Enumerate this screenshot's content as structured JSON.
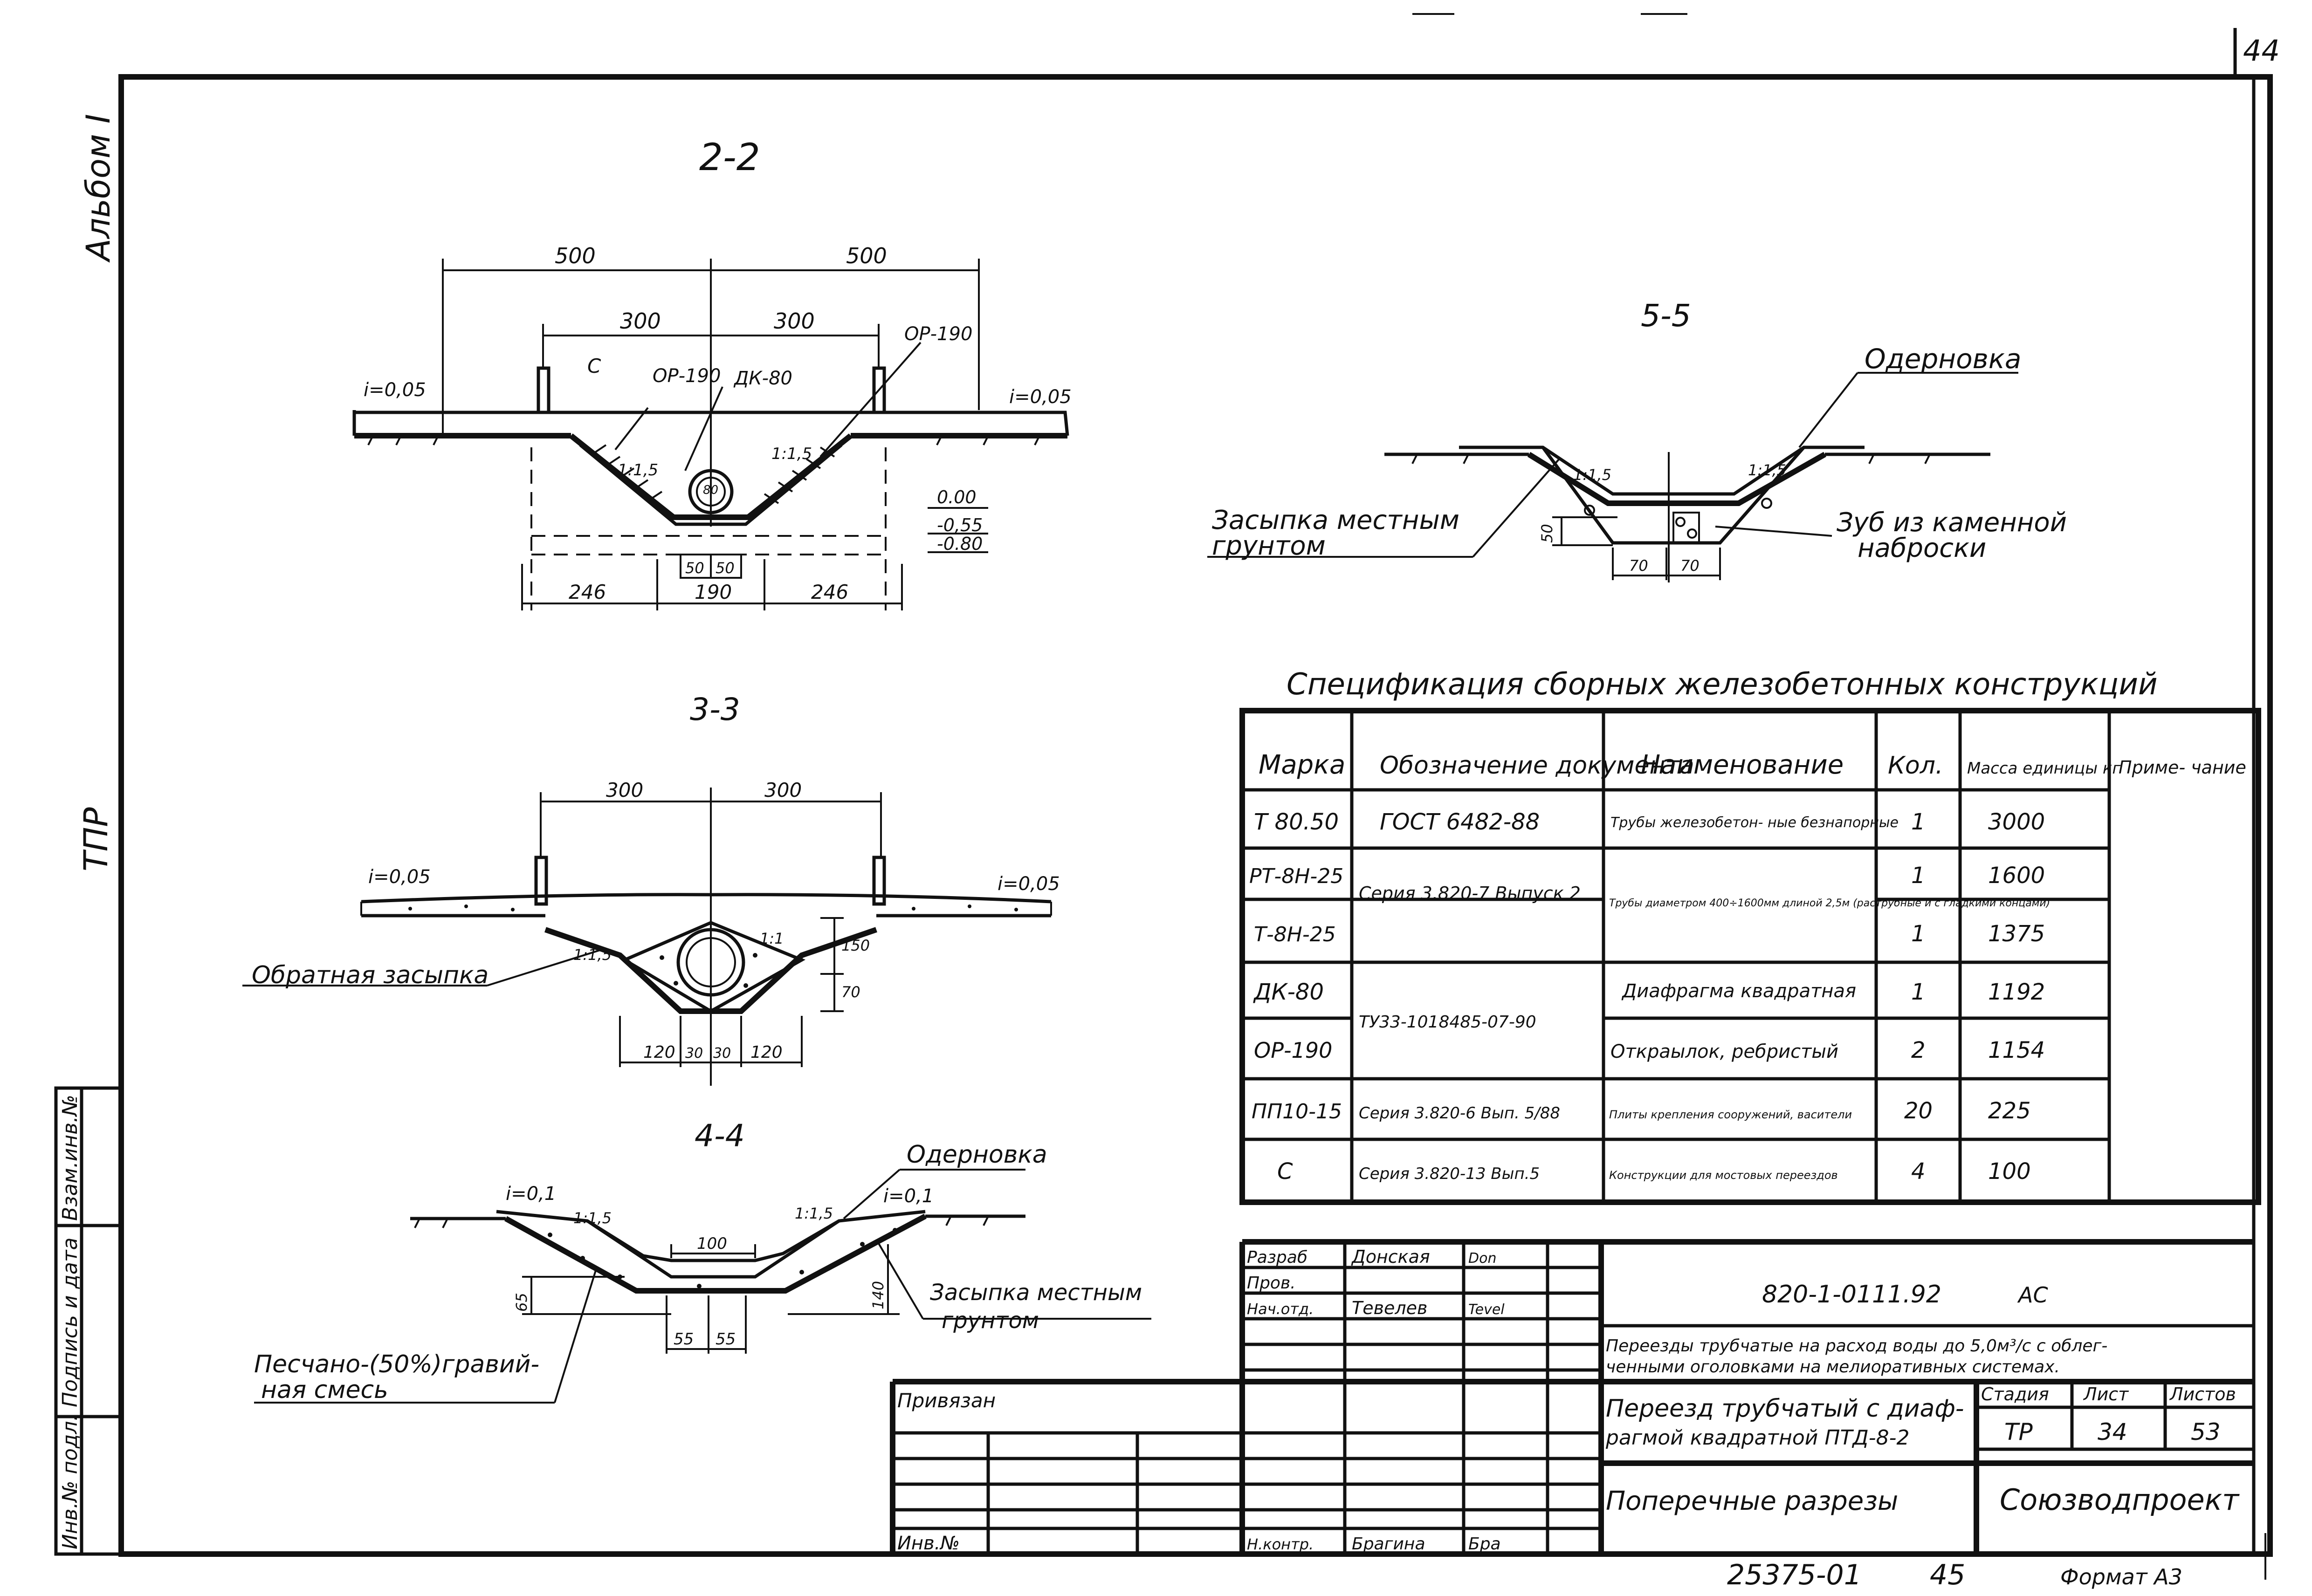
{
  "sheet": {
    "page_no": "44",
    "album": "Альбом I",
    "tpr": "ТПР",
    "side_stamp": [
      "Инв.№ подл.",
      "Подпись и дата",
      "Взам.инв.№"
    ],
    "archive_no": "25375-01",
    "archive_page": "45",
    "format": "Формат А3"
  },
  "section_22": {
    "title": "2-2",
    "dims_top": [
      "500",
      "500"
    ],
    "dims_mid": [
      "300",
      "300"
    ],
    "slope_left": "i=0,05",
    "slope_right": "i=0,05",
    "label_c": "С",
    "label_op_left": "ОР-190",
    "label_dk": "ДК-80",
    "label_op_right": "ОР-190",
    "slope_ratio_left": "1:1,5",
    "slope_ratio_right": "1:1,5",
    "pipe_label": "80",
    "levels": [
      "0.00",
      "-0,55",
      "-0.80"
    ],
    "dims_small": [
      "50",
      "50"
    ],
    "dims_bottom": [
      "246",
      "190",
      "246"
    ]
  },
  "section_33": {
    "title": "3-3",
    "dims_top": [
      "300",
      "300"
    ],
    "slope_left": "i=0,05",
    "slope_right": "i=0,05",
    "slope_ratio_left": "1:1,5",
    "slope_ratio_right": "1:1",
    "dim_right_top": "150",
    "dim_right_bottom": "70",
    "dims_bottom": [
      "120",
      "30",
      "30",
      "120"
    ],
    "callout_backfill": "Обратная засыпка"
  },
  "section_44": {
    "title": "4-4",
    "slope_left": "i=0,1",
    "slope_right": "i=0,1",
    "slope_ratio_left": "1:1,5",
    "slope_ratio_right": "1:1,5",
    "dim_top": "100",
    "dim_left": "65",
    "dim_right": "140",
    "dims_bottom": [
      "55",
      "55"
    ],
    "callout_sod": "Одерновка",
    "callout_fill_1": "Засыпка местным",
    "callout_fill_2": "грунтом",
    "callout_sand_1": "Песчано-(50%)гравий-",
    "callout_sand_2": "ная смесь"
  },
  "section_55": {
    "title": "5-5",
    "callout_sod": "Одерновка",
    "callout_fill_1": "Засыпка местным",
    "callout_fill_2": "грунтом",
    "callout_tooth_1": "Зуб из каменной",
    "callout_tooth_2": "наброски",
    "slope_ratio_left": "1:1,5",
    "slope_ratio_right": "1:1,5",
    "dim_left": "50",
    "dims_bottom": [
      "70",
      "70"
    ]
  },
  "spec": {
    "title": "Спецификация сборных железобетонных конструкций",
    "headers": [
      "Марка",
      "Обозначение документа",
      "Наименование",
      "Кол.",
      "Масса единицы кг",
      "Приме- чание"
    ],
    "rows": [
      {
        "mark": "Т 80.50",
        "doc": "ГОСТ 6482-88",
        "name": "Трубы железобетон- ные безнапорные",
        "qty": "1",
        "mass": "3000"
      },
      {
        "mark": "РТ-8Н-25",
        "doc": "Серия 3.820-7 Выпуск 2",
        "name": "Трубы диаметром 400÷1600мм длиной 2,5м (раструбные и с гладкими концами)",
        "qty": "1",
        "mass": "1600"
      },
      {
        "mark": "Т-8Н-25",
        "doc": "",
        "name": "",
        "qty": "1",
        "mass": "1375"
      },
      {
        "mark": "ДК-80",
        "doc": "ТУ33-1018485-07-90",
        "name": "Диафрагма квадратная",
        "qty": "1",
        "mass": "1192"
      },
      {
        "mark": "ОР-190",
        "doc": "",
        "name": "Откраылок, ребристый",
        "qty": "2",
        "mass": "1154"
      },
      {
        "mark": "ПП10-15",
        "doc": "Серия 3.820-6 Вып. 5/88",
        "name": "Плиты крепления сооружений, васители",
        "qty": "20",
        "mass": "225"
      },
      {
        "mark": "С",
        "doc": "Серия 3.820-13 Вып.5",
        "name": "Конструкции для мостовых переездов",
        "qty": "4",
        "mass": "100"
      }
    ]
  },
  "stamp": {
    "roles": [
      "Разраб",
      "Пров.",
      "Нач.отд.",
      "Н.контр."
    ],
    "names": [
      "Донская",
      "",
      "Тевелев",
      "Брагина"
    ],
    "signatures": [
      "Don",
      "",
      "Tevel",
      "Бра"
    ],
    "privyazan": "Привязан",
    "inv_no": "Инв.№",
    "doc_code": "820-1-0111.92",
    "doc_suffix": "АС",
    "description_1": "Переезды трубчатые на расход воды до 5,0м³/с с облег-",
    "description_2": "ченными оголовками на мелиоративных системах.",
    "drawing_title_1": "Переезд трубчатый с диаф-",
    "drawing_title_2": "рагмой квадратной ПТД-8-2",
    "sheet_content": "Поперечные разрезы",
    "stage_header": "Стадия",
    "sheet_header": "Лист",
    "sheets_header": "Листов",
    "stage": "ТР",
    "sheet": "34",
    "sheets": "53",
    "organization": "Союзводпроект"
  }
}
